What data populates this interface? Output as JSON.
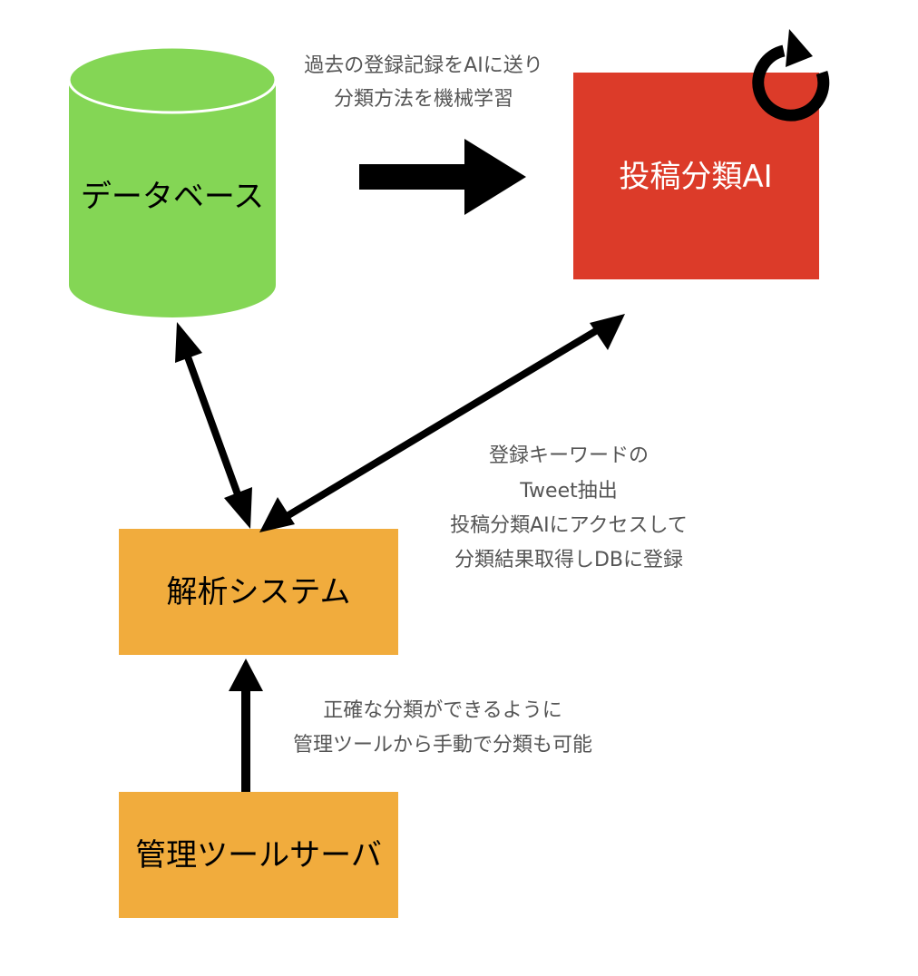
{
  "nodes": {
    "database": {
      "label": "データベース",
      "fill": "#84d655"
    },
    "ai": {
      "label": "投稿分類AI",
      "fill": "#dc3b29",
      "text_color": "#ffffff"
    },
    "analysis": {
      "label": "解析システム",
      "fill": "#f1ac3d"
    },
    "admin": {
      "label": "管理ツールサーバ",
      "fill": "#f1ac3d"
    }
  },
  "notes": {
    "training": [
      "過去の登録記録をAIに送り",
      "分類方法を機械学習"
    ],
    "analysis": [
      "登録キーワードの",
      "Tweet抽出",
      "投稿分類AIにアクセスして",
      "分類結果取得しDBに登録"
    ],
    "manual": [
      "正確な分類ができるように",
      "管理ツールから手動で分類も可能"
    ]
  },
  "icons": {
    "ai_badge": "refresh-icon"
  },
  "colors": {
    "arrow": "#000000",
    "note_text": "#555555"
  }
}
